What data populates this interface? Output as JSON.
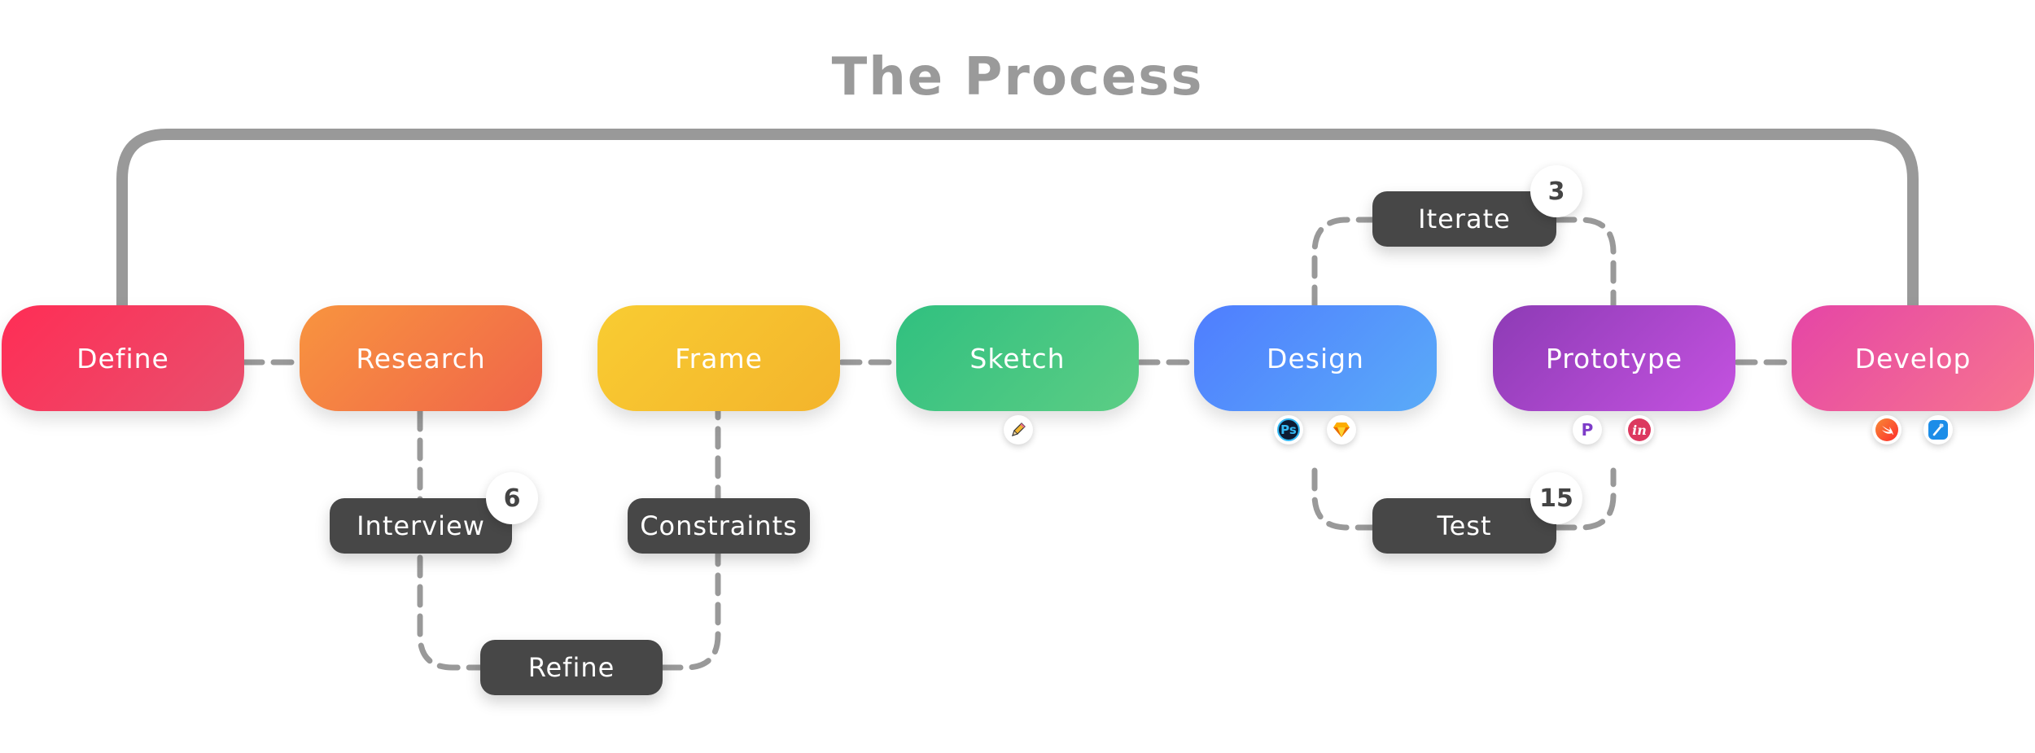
{
  "title": "The Process",
  "colors": {
    "connector": "#999999",
    "step_fill": "#474747",
    "title": "#9a9a9a",
    "define": [
      "#ff2d55",
      "#e8506e"
    ],
    "research": [
      "#f8943f",
      "#f0654a"
    ],
    "frame": [
      "#f9cc32",
      "#f3b42c"
    ],
    "sketch": [
      "#30c080",
      "#5ccd84"
    ],
    "design": [
      "#4f7dff",
      "#5aabf8"
    ],
    "prototype": [
      "#8d3bb5",
      "#c452e0"
    ],
    "develop": [
      "#e545a6",
      "#f7758f"
    ]
  },
  "stages": [
    {
      "id": "define",
      "label": "Define",
      "tools": []
    },
    {
      "id": "research",
      "label": "Research",
      "tools": []
    },
    {
      "id": "frame",
      "label": "Frame",
      "tools": []
    },
    {
      "id": "sketch",
      "label": "Sketch",
      "tools": [
        {
          "icon": "pencil-icon"
        }
      ]
    },
    {
      "id": "design",
      "label": "Design",
      "tools": [
        {
          "icon": "photoshop-icon",
          "text": "Ps"
        },
        {
          "icon": "sketch-app-icon"
        }
      ]
    },
    {
      "id": "prototype",
      "label": "Prototype",
      "tools": [
        {
          "icon": "principle-icon",
          "text": "P"
        },
        {
          "icon": "invision-icon",
          "text": "in"
        }
      ]
    },
    {
      "id": "develop",
      "label": "Develop",
      "tools": [
        {
          "icon": "swift-icon"
        },
        {
          "icon": "xcode-icon"
        }
      ]
    }
  ],
  "steps": [
    {
      "id": "interview",
      "label": "Interview",
      "count": "6"
    },
    {
      "id": "constraints",
      "label": "Constraints"
    },
    {
      "id": "refine",
      "label": "Refine"
    },
    {
      "id": "iterate",
      "label": "Iterate",
      "count": "3"
    },
    {
      "id": "test",
      "label": "Test",
      "count": "15"
    }
  ]
}
